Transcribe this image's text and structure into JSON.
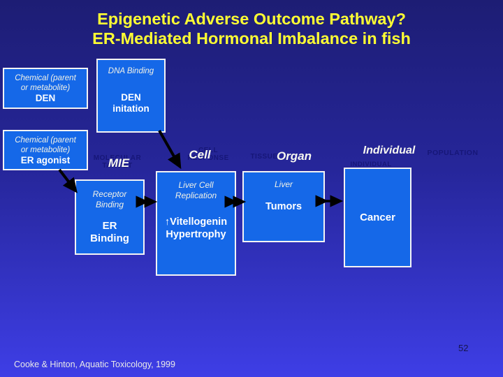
{
  "title": {
    "line1": "Epigenetic Adverse Outcome Pathway?",
    "line2": "ER-Mediated Hormonal Imbalance in fish"
  },
  "boxes": {
    "chem_den": {
      "italic_line1": "Chemical (parent",
      "italic_line2": "or metabolite)",
      "bold_line1": "DEN"
    },
    "dna_den": {
      "italic_line1": "DNA Binding",
      "bold_line1": "DEN",
      "bold_line2": "initation"
    },
    "chem_er": {
      "italic_line1": "Chemical (parent",
      "italic_line2": "or metabolite)",
      "bold_line1": "ER agonist"
    },
    "receptor": {
      "italic_line1": "Receptor",
      "italic_line2": "Binding",
      "bold_line1": "ER",
      "bold_line2": "Binding"
    },
    "liver_cell": {
      "italic_line1": "Liver Cell",
      "italic_line2": "Replication",
      "bold_line1": "↑Vitellogenin",
      "bold_line2": "Hypertrophy"
    },
    "liver_tumors": {
      "italic_line1": "Liver",
      "bold_line1": "Tumors"
    },
    "cancer": {
      "bold_line1": "Cancer"
    }
  },
  "stage_labels": {
    "mie": "MIE",
    "cell": "Cell",
    "organ": "Organ",
    "individual": "Individual"
  },
  "ghost_labels": {
    "molecular_line1": "MOLECULAR",
    "molecular_line2": "TARGET",
    "cell_line1": "CELL",
    "cell_line2": "RESPONSE",
    "tissue": "TISSUE",
    "individual": "INDIVIDUAL",
    "population": "POPULATION"
  },
  "footer": {
    "citation": "Cooke & Hinton, Aquatic Toxicology, 1999",
    "page_number": "52"
  },
  "colors": {
    "background_top": "#1d1d74",
    "background_bottom": "#3e3ee6",
    "box_fill": "#1568e8",
    "box_border": "#f4f4f4",
    "title_text": "#ffff33",
    "arrow": "#000000"
  }
}
